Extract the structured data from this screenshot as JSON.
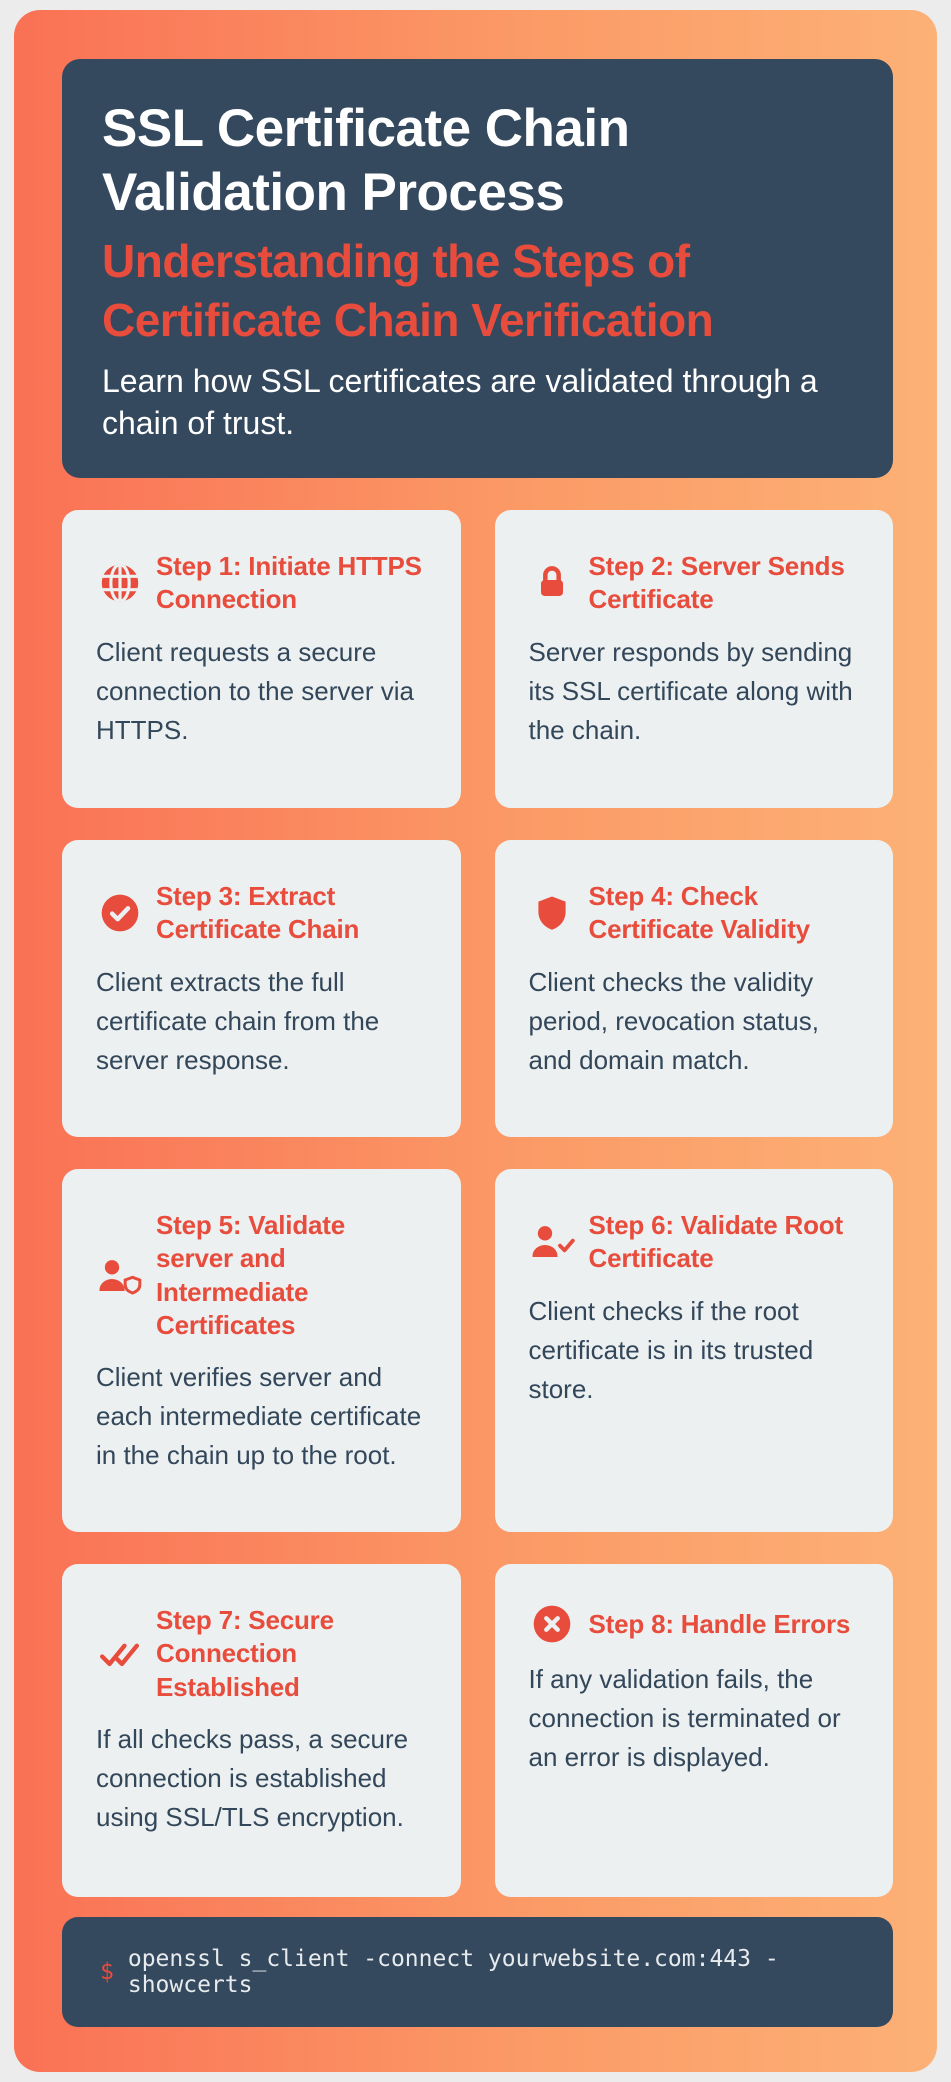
{
  "header": {
    "title": "SSL Certificate Chain Validation Process",
    "subtitle": "Understanding the Steps of Certificate Chain Verification",
    "description": "Learn how SSL certificates are validated through a chain of trust."
  },
  "steps": [
    {
      "icon": "globe-icon",
      "title": "Step 1: Initiate HTTPS Connection",
      "body": "Client requests a secure connection to the server via HTTPS."
    },
    {
      "icon": "lock-icon",
      "title": "Step 2: Server Sends Certificate",
      "body": "Server responds by sending its SSL certificate along with the chain."
    },
    {
      "icon": "check-circle-icon",
      "title": "Step 3: Extract Certificate Chain",
      "body": "Client extracts the full certificate chain from the server response."
    },
    {
      "icon": "shield-icon",
      "title": "Step 4: Check Certificate Validity",
      "body": "Client checks the validity period, revocation status, and domain match."
    },
    {
      "icon": "user-shield-icon",
      "title": "Step 5: Validate server and Intermediate Certificates",
      "body": "Client verifies server and each intermediate certificate in the chain up to the root."
    },
    {
      "icon": "user-check-icon",
      "title": "Step 6: Validate Root Certificate",
      "body": "Client checks if the root certificate is in its trusted store."
    },
    {
      "icon": "double-check-icon",
      "title": "Step 7: Secure Connection Established",
      "body": "If all checks pass, a secure connection is established using SSL/TLS encryption."
    },
    {
      "icon": "x-circle-icon",
      "title": "Step 8: Handle Errors",
      "body": "If any validation fails, the connection is terminated or an error is displayed."
    }
  ],
  "terminal": {
    "prompt": "$",
    "command": "openssl s_client -connect yourwebsite.com:443 -showcerts"
  },
  "colors": {
    "accent_red": "#e74c3c",
    "navy": "#34495e",
    "card_bg": "#edf0f1",
    "gradient_start": "#fa7155",
    "gradient_end": "#fcb176",
    "body_text": "#33475a"
  }
}
